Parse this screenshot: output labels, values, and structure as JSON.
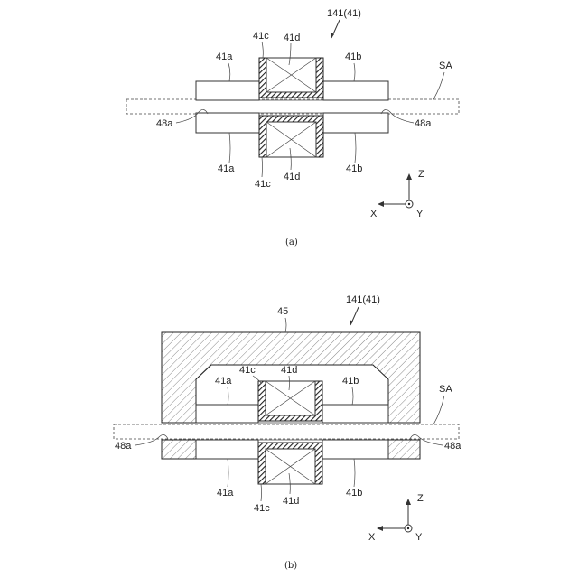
{
  "figure_a": {
    "title": "141(41)",
    "labels": {
      "part_41a": "41a",
      "part_41b": "41b",
      "part_41c": "41c",
      "part_41d": "41d",
      "part_48a": "48a",
      "sa": "SA"
    },
    "axes": {
      "z": "Z",
      "x": "X",
      "y": "Y"
    },
    "caption": "(a)"
  },
  "figure_b": {
    "title": "141(41)",
    "labels": {
      "part_45": "45",
      "part_41a": "41a",
      "part_41b": "41b",
      "part_41c": "41c",
      "part_41d": "41d",
      "part_48a": "48a",
      "sa": "SA"
    },
    "axes": {
      "z": "Z",
      "x": "X",
      "y": "Y"
    },
    "caption": "(b)"
  }
}
